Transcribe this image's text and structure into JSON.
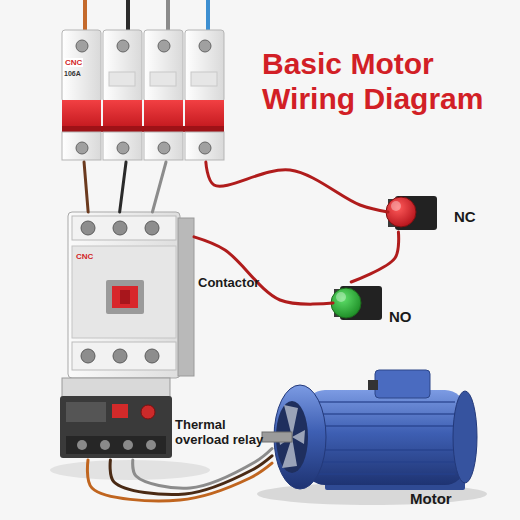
{
  "diagram": {
    "title": "Basic Motor Wiring Diagram",
    "nodes": [
      {
        "text": [
          "CNC",
          "106A"
        ]
      },
      {
        "text": [
          "NC"
        ]
      },
      {
        "text": [
          "CNC",
          "Contactor"
        ]
      },
      {
        "text": [
          "NO"
        ]
      },
      {
        "text": [
          "Thermal overload relay"
        ]
      },
      {
        "text": [
          "Motor"
        ]
      }
    ],
    "edges": [
      {
        "from": 0,
        "to": 2,
        "arrow": "none"
      },
      {
        "from": 0,
        "to": 2,
        "arrow": "none"
      },
      {
        "from": 0,
        "to": 2,
        "arrow": "none"
      },
      {
        "from": 0,
        "to": 1,
        "arrow": "none"
      },
      {
        "from": 1,
        "to": 3,
        "arrow": "none"
      },
      {
        "from": 3,
        "to": 2,
        "arrow": "none"
      },
      {
        "from": 4,
        "to": 5,
        "arrow": "none"
      },
      {
        "from": 4,
        "to": 5,
        "arrow": "none"
      },
      {
        "from": 4,
        "to": 5,
        "arrow": "none"
      }
    ]
  }
}
